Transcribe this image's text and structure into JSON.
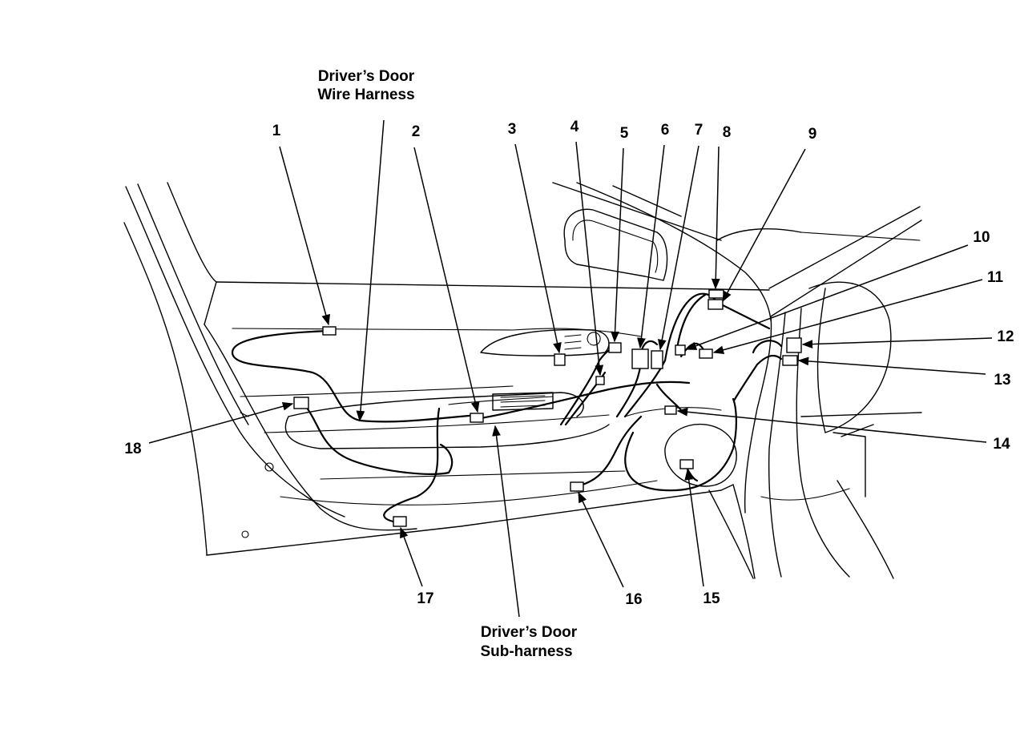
{
  "harness_labels": {
    "wire_harness": [
      "Driver’s Door",
      "Wire Harness"
    ],
    "sub_harness": [
      "Driver’s Door",
      "Sub-harness"
    ]
  },
  "callouts": [
    "1",
    "2",
    "3",
    "4",
    "5",
    "6",
    "7",
    "8",
    "9",
    "10",
    "11",
    "12",
    "13",
    "14",
    "15",
    "16",
    "17",
    "18"
  ],
  "colors": {
    "line": "#000000",
    "background": "#ffffff"
  }
}
